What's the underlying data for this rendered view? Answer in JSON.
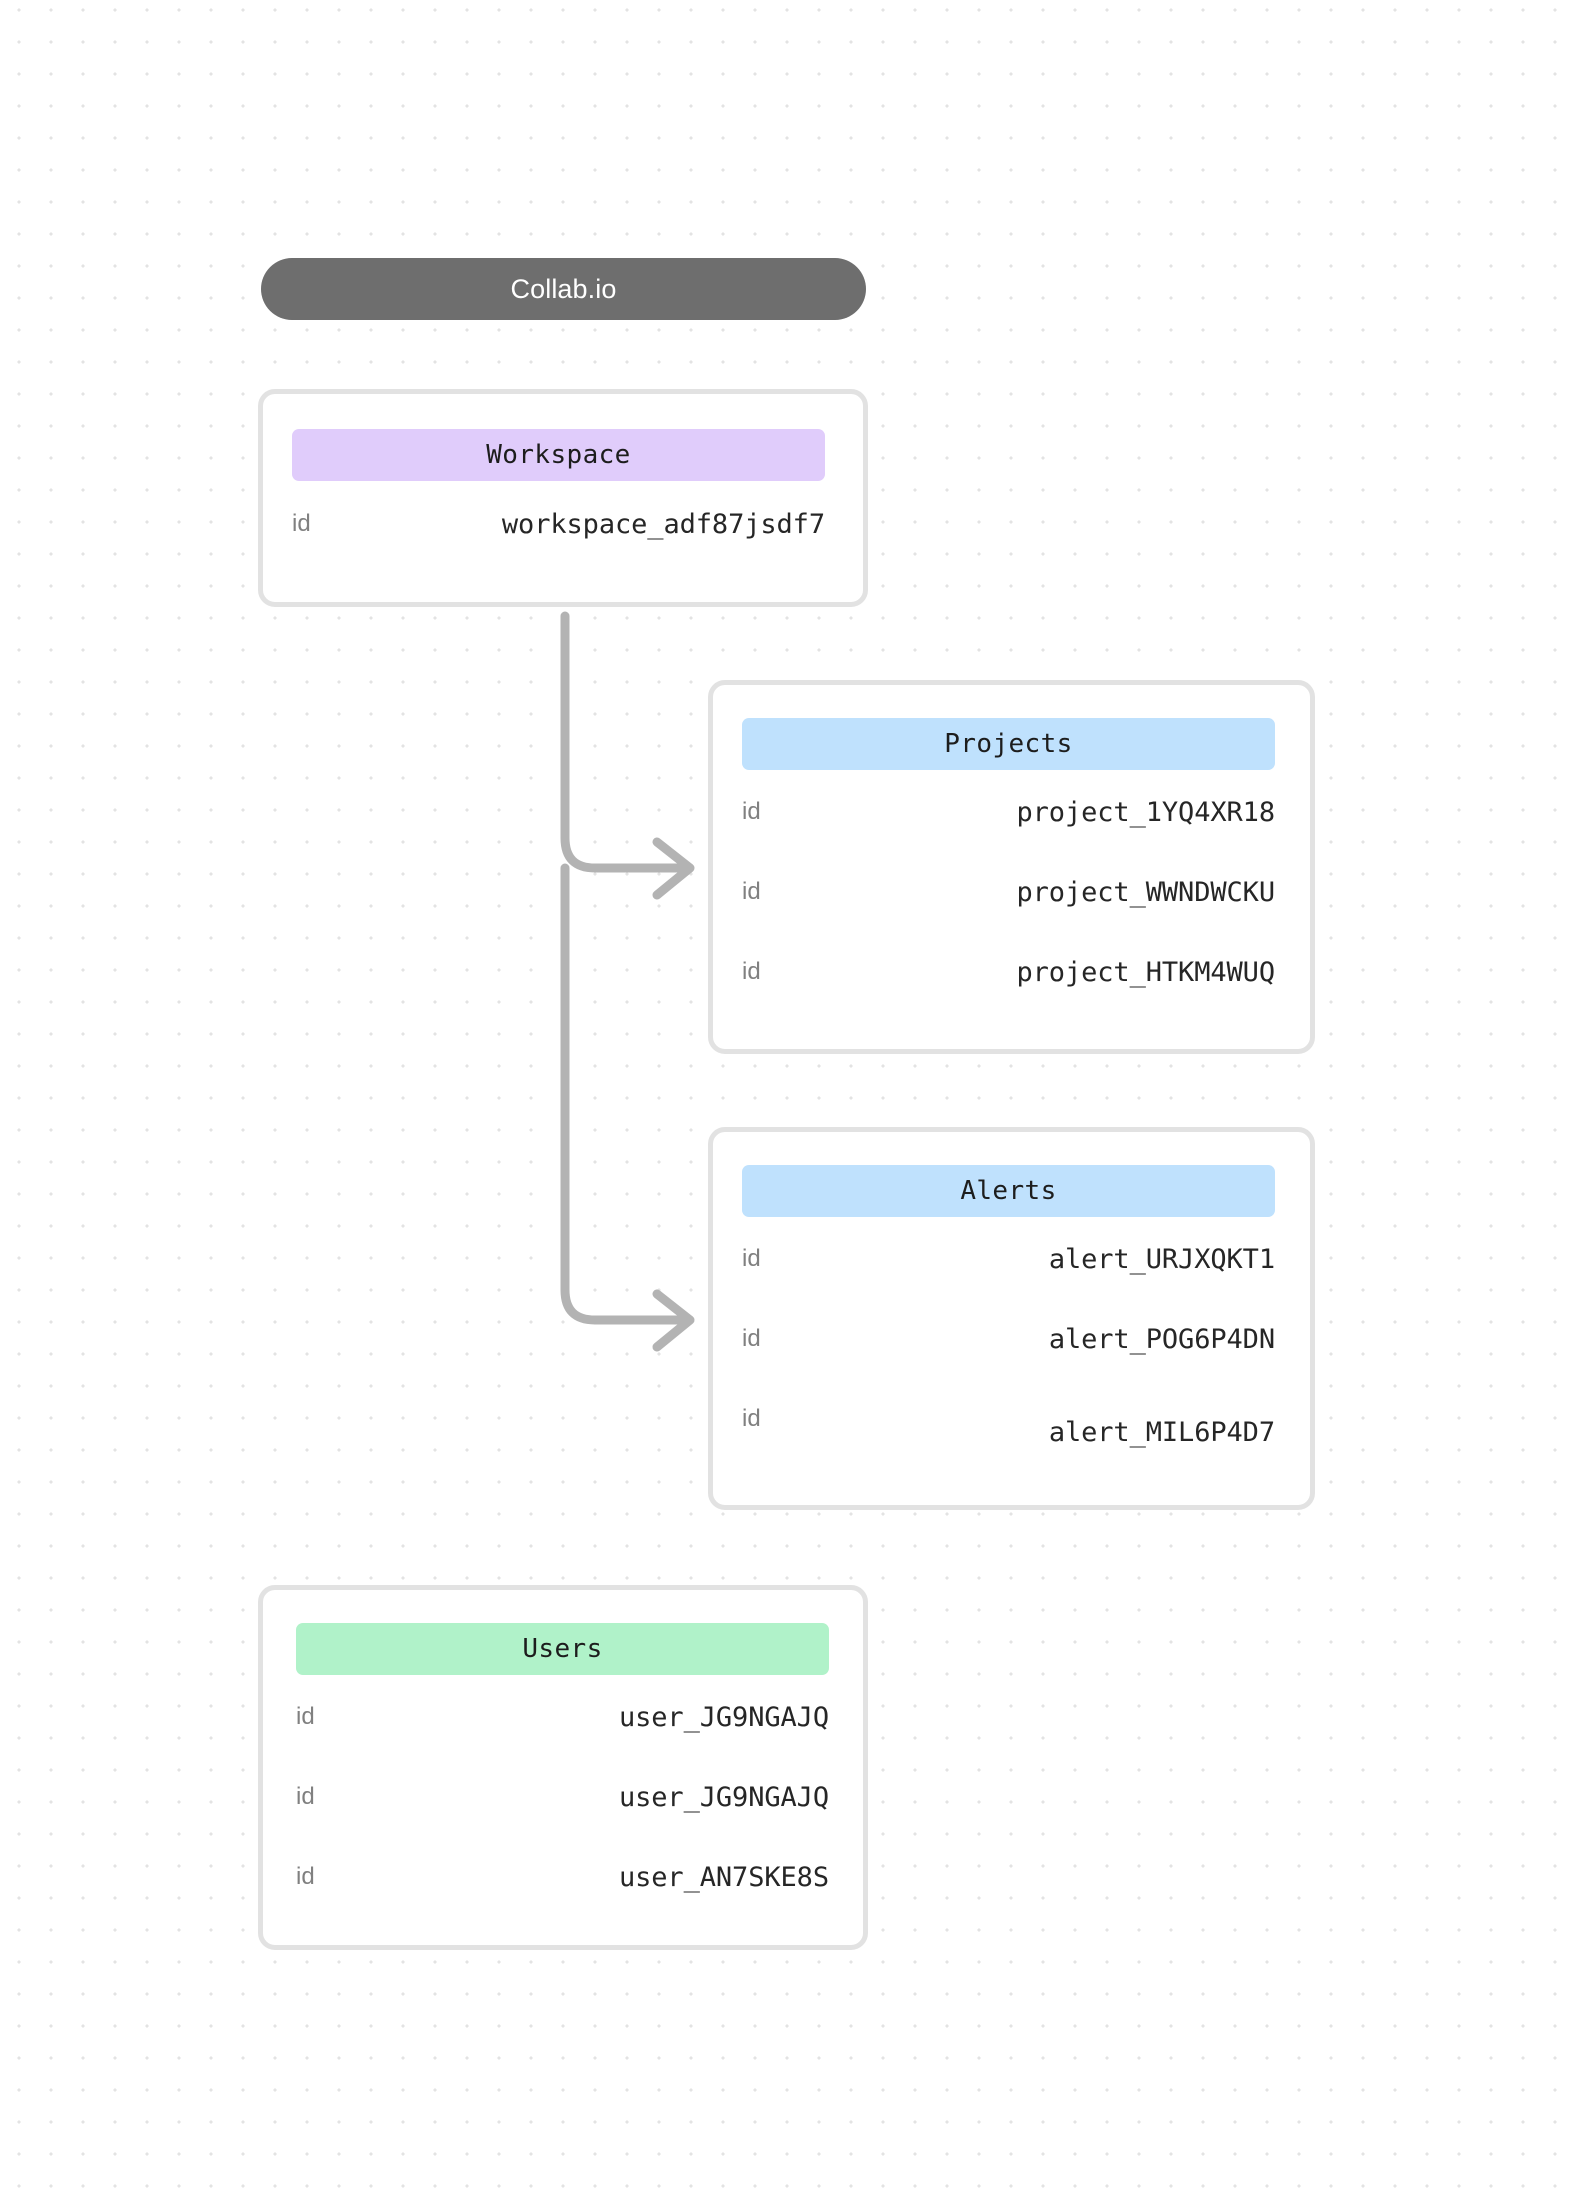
{
  "diagram": {
    "title": "Collab.io",
    "background": "dotted-grid",
    "colors": {
      "title_pill": "#6e6e6e",
      "workspace_header": "#e0ccfb",
      "projects_header": "#bfe1fd",
      "alerts_header": "#bfe1fd",
      "users_header": "#b0f2c9",
      "card_border": "#e2e2e2",
      "connector": "#b3b3b3",
      "key_text": "#808080",
      "value_text": "#262626"
    },
    "entities": [
      {
        "id": "workspace",
        "name": "Workspace",
        "rows": [
          {
            "key": "id",
            "value": "workspace_adf87jsdf7"
          }
        ]
      },
      {
        "id": "projects",
        "name": "Projects",
        "rows": [
          {
            "key": "id",
            "value": "project_1YQ4XR18"
          },
          {
            "key": "id",
            "value": "project_WWNDWCKU"
          },
          {
            "key": "id",
            "value": "project_HTKM4WUQ"
          }
        ]
      },
      {
        "id": "alerts",
        "name": "Alerts",
        "rows": [
          {
            "key": "id",
            "value": "alert_URJXQKT1"
          },
          {
            "key": "id",
            "value": "alert_POG6P4DN"
          },
          {
            "key": "id",
            "value": "alert_MIL6P4D7"
          }
        ]
      },
      {
        "id": "users",
        "name": "Users",
        "rows": [
          {
            "key": "id",
            "value": "user_JG9NGAJQ"
          },
          {
            "key": "id",
            "value": "user_JG9NGAJQ"
          },
          {
            "key": "id",
            "value": "user_AN7SKE8S"
          }
        ]
      }
    ],
    "connections": [
      {
        "from": "workspace",
        "to": "projects"
      },
      {
        "from": "workspace",
        "to": "alerts"
      }
    ]
  }
}
